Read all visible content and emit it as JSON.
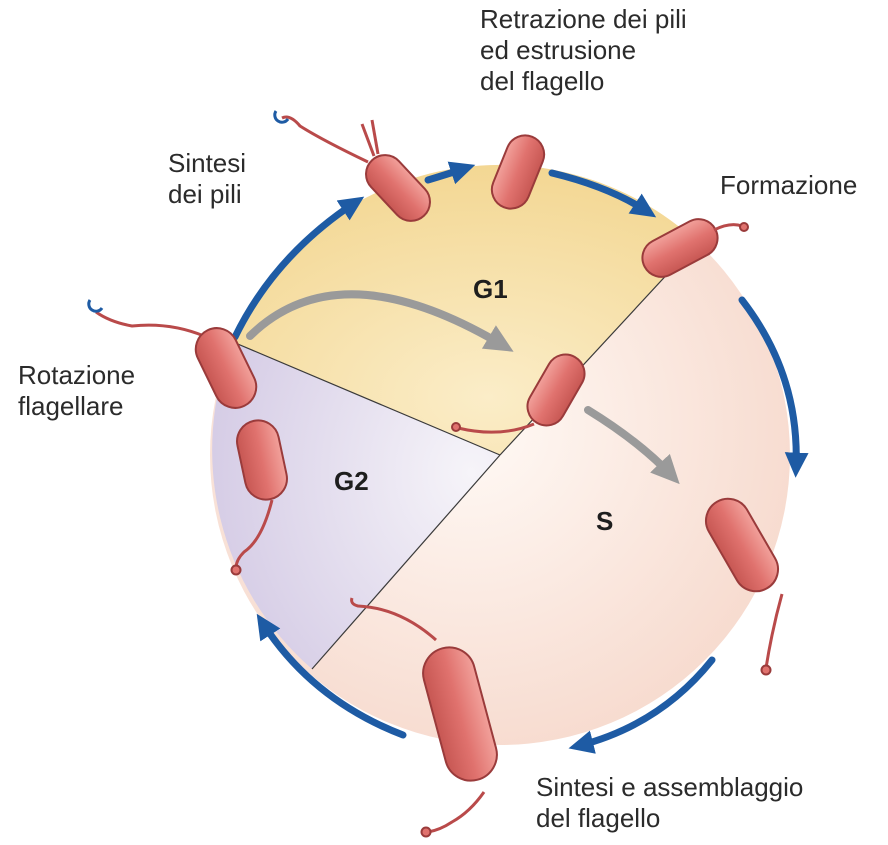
{
  "phases": {
    "g1": "G1",
    "s": "S",
    "g2": "G2"
  },
  "labels": {
    "pili_retraction": [
      "Retrazione dei pili",
      "ed estrusione",
      "del flagello"
    ],
    "formation": "Formazione",
    "pili_synthesis": [
      "Sintesi",
      "dei pili"
    ],
    "flagellar_rotation": [
      "Rotazione",
      "flagellare"
    ],
    "flagellum_assembly": [
      "Sintesi e assemblaggio",
      "del flagello"
    ]
  },
  "colors": {
    "g1_fill": "#f7dfa6",
    "s_fill": "#f8dcd2",
    "g2_fill": "#ddd6ea",
    "cycle_arrow": "#1e5ba4",
    "inner_arrow": "#9a9a9a",
    "cell_fill": "#e0726e",
    "cell_stroke": "#9a3b3b"
  }
}
